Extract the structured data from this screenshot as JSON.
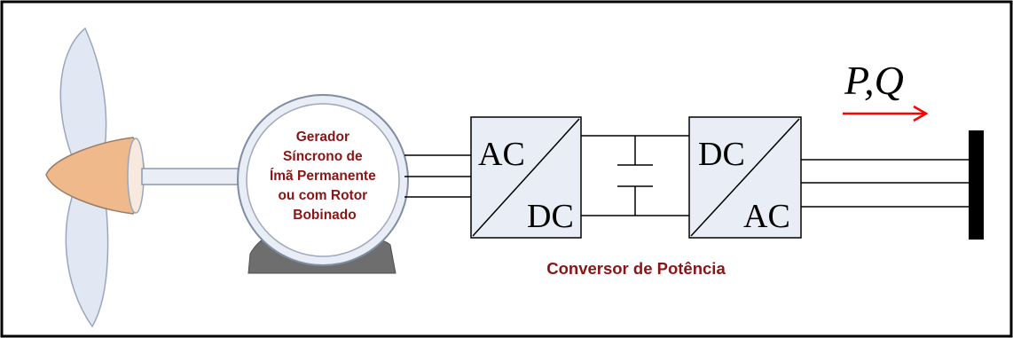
{
  "generator": {
    "label_lines": [
      "Gerador",
      "Síncrono de",
      "Ímã Permanente",
      "ou com Rotor",
      "Bobinado"
    ]
  },
  "converter_rectifier": {
    "top_label": "AC",
    "bottom_label": "DC"
  },
  "converter_inverter": {
    "top_label": "DC",
    "bottom_label": "AC"
  },
  "power_flow": {
    "label": "P,Q"
  },
  "converter_caption": "Conversor de Potência",
  "colors": {
    "label_red": "#8b1414",
    "arrow_red": "#ff0000",
    "frame": "#000000",
    "converter_fill": "#e9edf5",
    "generator_fill": "#e9edf5",
    "hub_fill": "#f0b98c",
    "blade_fill": "#e2e8f3",
    "base_fill": "#6e6e6e"
  },
  "icons": [
    "propeller-icon",
    "generator-icon",
    "capacitor-icon",
    "busbar-icon",
    "arrow-right-icon"
  ]
}
